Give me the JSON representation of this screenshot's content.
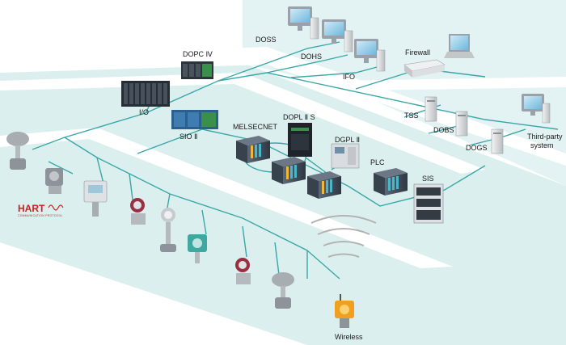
{
  "labels": {
    "doss": "DOSS",
    "dohs": "DOHS",
    "ifo": "IFO",
    "firewall": "Firewall",
    "dopc": "DOPC Ⅳ",
    "io": "I/O",
    "sio": "SIO Ⅱ",
    "melsecnet": "MELSECNET",
    "dopl": "DOPL Ⅱ S",
    "dgpl": "DGPL Ⅱ",
    "tss": "TSS",
    "dobs": "DOBS",
    "dogs": "DOGS",
    "third_party_1": "Third-party",
    "third_party_2": "system",
    "plc": "PLC",
    "sis": "SIS",
    "wireless": "Wireless"
  },
  "hart": {
    "word": "HART",
    "sub": "COMMUNICATION PROTOCOL"
  },
  "colors": {
    "band": "#dcefef",
    "network_line": "#3aa7a7",
    "hart_red": "#cc1f1f",
    "cabinet_dark": "#3f4a57",
    "module_green": "#3a8f4a"
  }
}
